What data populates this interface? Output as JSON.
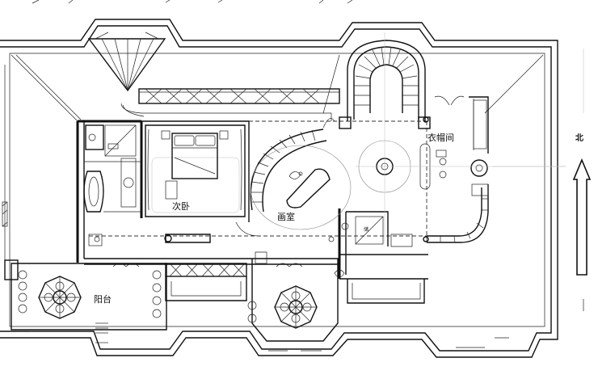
{
  "rooms": {
    "bedroom": "次卧",
    "studio": "画室",
    "cloakroom": "衣帽间",
    "balcony": "阳台",
    "small_room": "储"
  },
  "compass": {
    "north_label": "北"
  },
  "icons": [
    "staircase-icon",
    "bed-icon",
    "north-arrow-icon",
    "umbrella-table-icon"
  ]
}
